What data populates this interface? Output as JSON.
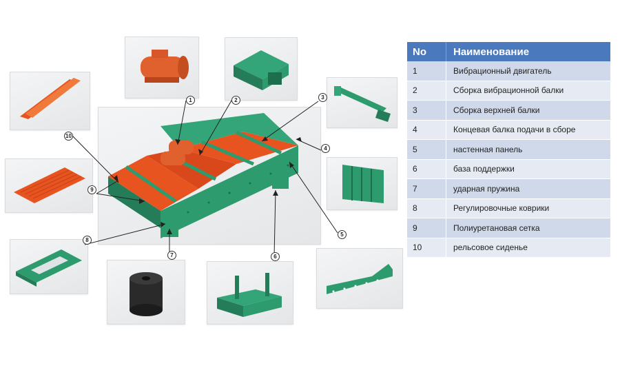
{
  "table": {
    "headers": {
      "no": "No",
      "name": "Наименование"
    },
    "rows": [
      {
        "no": "1",
        "name": "Вибрационный двигатель"
      },
      {
        "no": "2",
        "name": "Сборка вибрационной балки"
      },
      {
        "no": "3",
        "name": "Сборка верхней балки"
      },
      {
        "no": "4",
        "name": "Концевая балка подачи в сборе"
      },
      {
        "no": "5",
        "name": "настенная панель"
      },
      {
        "no": "6",
        "name": "база поддержки"
      },
      {
        "no": "7",
        "name": "ударная пружина"
      },
      {
        "no": "8",
        "name": "Регулировочные коврики"
      },
      {
        "no": "9",
        "name": "Полиуретановая сетка"
      },
      {
        "no": "10",
        "name": "рельсовое сиденье"
      }
    ]
  },
  "callouts": [
    "1",
    "2",
    "3",
    "4",
    "5",
    "6",
    "7",
    "8",
    "9",
    "10"
  ],
  "colors": {
    "machine_green": "#2e9b6e",
    "urethane_orange": "#e8541f",
    "motor_orange": "#e0612d",
    "rubber_black": "#2a2a2a",
    "table_header": "#4a79bd"
  }
}
